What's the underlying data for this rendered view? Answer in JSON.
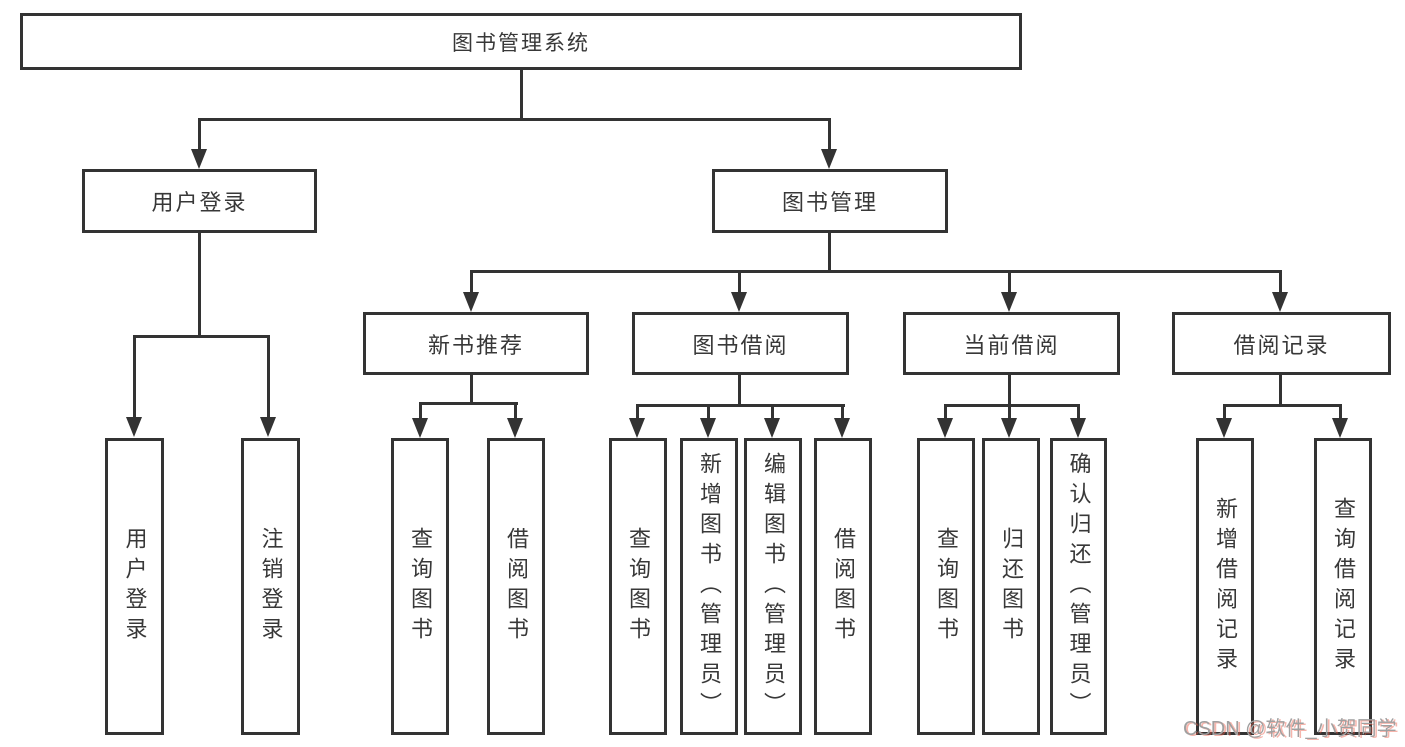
{
  "watermark": {
    "label": "CSDN @软件_小贺同学",
    "text_color": "#a0a0a0",
    "shadow_color": "#eb5a46"
  },
  "diagram_colors": {
    "line": "#333333",
    "box_border": "#333333",
    "text": "#383838",
    "background": "#ffffff"
  },
  "tree": {
    "root": {
      "id": "library-management-system",
      "label": "图书管理系统"
    },
    "children": [
      {
        "id": "user-login",
        "label": "用户登录",
        "children": [
          {
            "id": "user-login-action",
            "label": "用户登录"
          },
          {
            "id": "logout-action",
            "label": "注销登录"
          }
        ]
      },
      {
        "id": "book-management",
        "label": "图书管理",
        "children": [
          {
            "id": "new-book-recommendation",
            "label": "新书推荐",
            "children": [
              {
                "id": "query-books",
                "label": "查询图书"
              },
              {
                "id": "borrow-books",
                "label": "借阅图书"
              }
            ]
          },
          {
            "id": "book-borrowing",
            "label": "图书借阅",
            "children": [
              {
                "id": "query-books",
                "label": "查询图书"
              },
              {
                "id": "add-books-admin",
                "label": "新增图书（管理员）"
              },
              {
                "id": "edit-books-admin",
                "label": "编辑图书（管理员）"
              },
              {
                "id": "borrow-books",
                "label": "借阅图书"
              }
            ]
          },
          {
            "id": "current-borrowing",
            "label": "当前借阅",
            "children": [
              {
                "id": "query-books",
                "label": "查询图书"
              },
              {
                "id": "return-books",
                "label": "归还图书"
              },
              {
                "id": "confirm-return-admin",
                "label": "确认归还（管理员）"
              }
            ]
          },
          {
            "id": "borrowing-records",
            "label": "借阅记录",
            "children": [
              {
                "id": "add-borrow-record",
                "label": "新增借阅记录"
              },
              {
                "id": "query-borrow-record",
                "label": "查询借阅记录"
              }
            ]
          }
        ]
      }
    ]
  }
}
